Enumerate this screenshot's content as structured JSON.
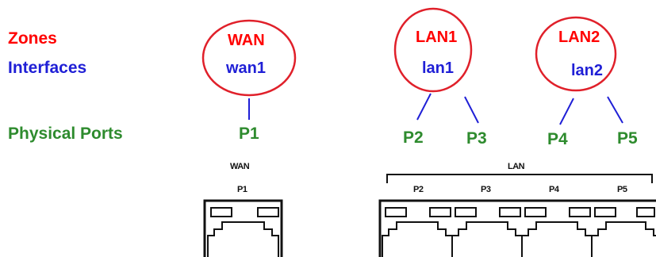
{
  "legend": {
    "zones": "Zones",
    "interfaces": "Interfaces",
    "physical_ports": "Physical Ports"
  },
  "zones": [
    {
      "zone": "WAN",
      "interface": "wan1",
      "ports": [
        "P1"
      ]
    },
    {
      "zone": "LAN1",
      "interface": "lan1",
      "ports": [
        "P2",
        "P3"
      ]
    },
    {
      "zone": "LAN2",
      "interface": "lan2",
      "ports": [
        "P4",
        "P5"
      ]
    }
  ],
  "hardware": {
    "wan_group_label": "WAN",
    "lan_group_label": "LAN",
    "port_labels": [
      "P1",
      "P2",
      "P3",
      "P4",
      "P5"
    ]
  },
  "colors": {
    "zone": "#ff0000",
    "interface": "#1f1fd6",
    "port": "#2e8b2e",
    "line": "#1f1fd6",
    "ellipse": "#e0202a",
    "hardware": "#111111"
  }
}
